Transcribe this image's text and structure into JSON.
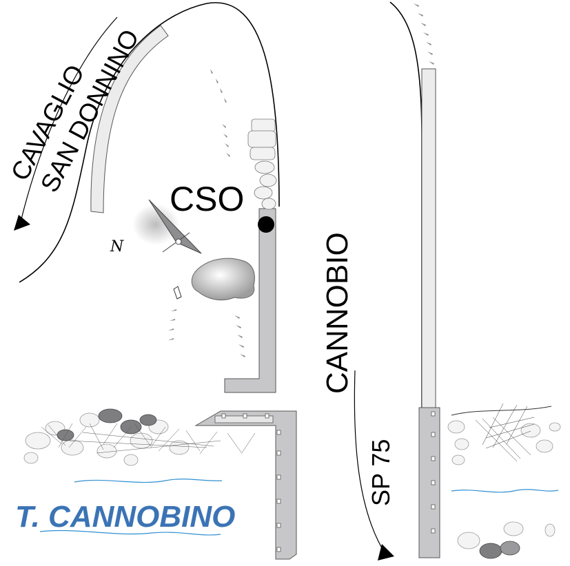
{
  "labels": {
    "cavaglio": "CAVAGLIO",
    "san_donnino": "SAN DONNINO",
    "station": "CSO",
    "cannobio": "CANNOBIO",
    "road": "SP 75",
    "river": "T. CANNOBINO",
    "north": "N"
  },
  "colors": {
    "river": "#3b74b5",
    "stream": "#2f8fd0",
    "wall_fill": "#c7c7c9",
    "wall_stroke": "#5a5a5a",
    "station_dot": "#000000",
    "line": "#000000"
  },
  "icons": {
    "north": "north-arrow-icon",
    "station": "station-marker-icon"
  }
}
